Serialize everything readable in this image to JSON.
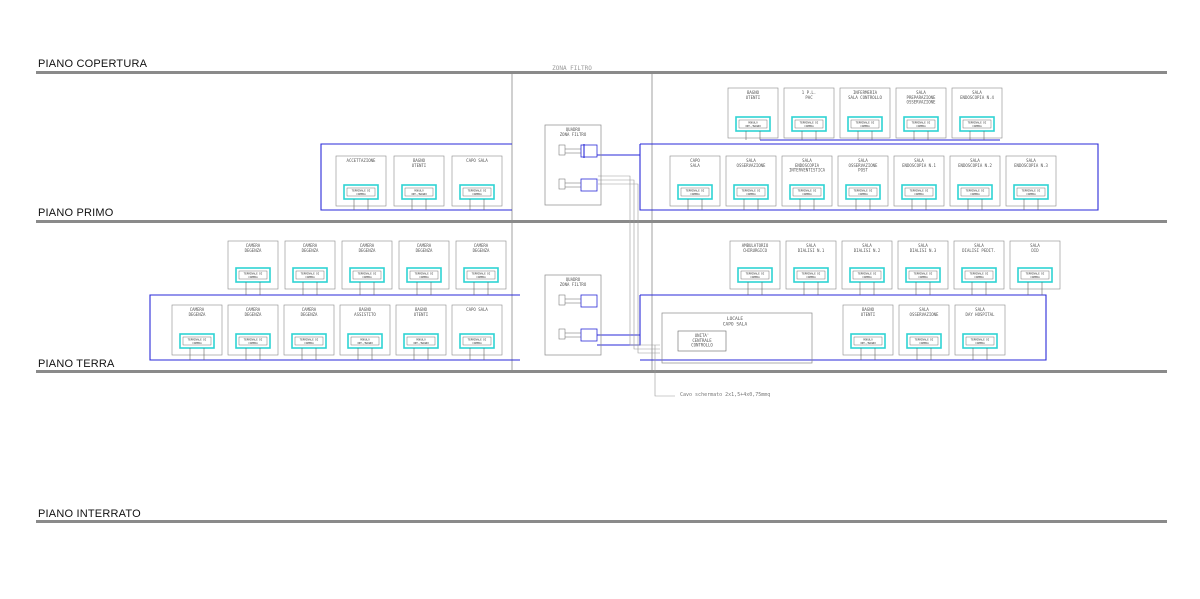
{
  "floors": [
    {
      "label": "PIANO COPERTURA"
    },
    {
      "label": "PIANO PRIMO"
    },
    {
      "label": "PIANO TERRA"
    },
    {
      "label": "PIANO INTERRATO"
    }
  ],
  "zone_label": "ZONA FILTRO",
  "cable_note": "Cavo schermato 2x1,5+4x0,75mmq",
  "panels": {
    "upper": [
      "QUADRO",
      "ZONA FILTRO"
    ],
    "lower": [
      "QUADRO",
      "ZONA FILTRO"
    ]
  },
  "device_labels": {
    "terminal": [
      "TERMINALE DI",
      "CAMERA"
    ],
    "module": [
      "MODULO",
      "INT./BAGNO"
    ]
  },
  "central_room": {
    "title": [
      "LOCALE",
      "CAPO SALA"
    ],
    "unit": [
      "UNITA'",
      "CENTRALE",
      "CONTROLLO"
    ]
  },
  "rooms_first_right_top": [
    {
      "name": [
        "BAGNO",
        "UTENTI"
      ],
      "device": "module"
    },
    {
      "name": [
        "1 P.L.",
        "PAC"
      ],
      "device": "terminal"
    },
    {
      "name": [
        "INFERMERIA",
        "SALA CONTROLLO"
      ],
      "device": "terminal"
    },
    {
      "name": [
        "SALA",
        "PREPARAZIONE",
        "OSSERVAZIONE"
      ],
      "device": "terminal"
    },
    {
      "name": [
        "SALA",
        "ENDOSCOPIA N.4"
      ],
      "device": "terminal"
    }
  ],
  "rooms_first_right_bottom": [
    {
      "name": [
        "CAPO",
        "SALA"
      ],
      "device": "terminal"
    },
    {
      "name": [
        "SALA",
        "OSSERVAZIONE"
      ],
      "device": "terminal"
    },
    {
      "name": [
        "SALA",
        "ENDOSCOPIA",
        "INTERVENTISTICA"
      ],
      "device": "terminal"
    },
    {
      "name": [
        "SALA",
        "OSSERVAZIONE",
        "POST"
      ],
      "device": "terminal"
    },
    {
      "name": [
        "SALA",
        "ENDOSCOPIA N.1"
      ],
      "device": "terminal"
    },
    {
      "name": [
        "SALA",
        "ENDOSCOPIA N.2"
      ],
      "device": "terminal"
    },
    {
      "name": [
        "SALA",
        "ENDOSCOPIA N.3"
      ],
      "device": "terminal"
    }
  ],
  "rooms_first_left": [
    {
      "name": [
        "ACCETTAZIONE"
      ],
      "device": "terminal"
    },
    {
      "name": [
        "BAGNO",
        "UTENTI"
      ],
      "device": "module"
    },
    {
      "name": [
        "CAPO SALA"
      ],
      "device": "terminal"
    }
  ],
  "rooms_ground_left_top": [
    {
      "name": [
        "CAMERA",
        "DEGENZA"
      ],
      "device": "terminal"
    },
    {
      "name": [
        "CAMERA",
        "DEGENZA"
      ],
      "device": "terminal"
    },
    {
      "name": [
        "CAMERA",
        "DEGENZA"
      ],
      "device": "terminal"
    },
    {
      "name": [
        "CAMERA",
        "DEGENZA"
      ],
      "device": "terminal"
    },
    {
      "name": [
        "CAMERA",
        "DEGENZA"
      ],
      "device": "terminal"
    }
  ],
  "rooms_ground_left_bottom": [
    {
      "name": [
        "CAMERA",
        "DEGENZA"
      ],
      "device": "terminal"
    },
    {
      "name": [
        "CAMERA",
        "DEGENZA"
      ],
      "device": "terminal"
    },
    {
      "name": [
        "CAMERA",
        "DEGENZA"
      ],
      "device": "terminal"
    },
    {
      "name": [
        "BAGNO",
        "ASSISTITO"
      ],
      "device": "module"
    },
    {
      "name": [
        "BAGNO",
        "UTENTI"
      ],
      "device": "module"
    },
    {
      "name": [
        "CAPO SALA"
      ],
      "device": "terminal"
    }
  ],
  "rooms_ground_right_top": [
    {
      "name": [
        "AMBULATORIO",
        "CHIRURGICO"
      ],
      "device": "terminal"
    },
    {
      "name": [
        "SALA",
        "DIALISI N.1"
      ],
      "device": "terminal"
    },
    {
      "name": [
        "SALA",
        "DIALISI N.2"
      ],
      "device": "terminal"
    },
    {
      "name": [
        "SALA",
        "DIALISI N.3"
      ],
      "device": "terminal"
    },
    {
      "name": [
        "SALA",
        "DIALISI PEDIT."
      ],
      "device": "terminal"
    },
    {
      "name": [
        "SALA",
        "DID"
      ],
      "device": "terminal"
    }
  ],
  "rooms_ground_right_bottom": [
    {
      "name": [
        "BAGNO",
        "UTENTI"
      ],
      "device": "module"
    },
    {
      "name": [
        "SALA",
        "OSSERVAZIONE"
      ],
      "device": "terminal"
    },
    {
      "name": [
        "SALA",
        "DAY HOSPITAL"
      ],
      "device": "terminal"
    }
  ],
  "colors": {
    "bus": "#2a2ad8",
    "device": "#2fd3d3",
    "frame": "#8a8a8a",
    "floor": "#8a8a8a"
  }
}
